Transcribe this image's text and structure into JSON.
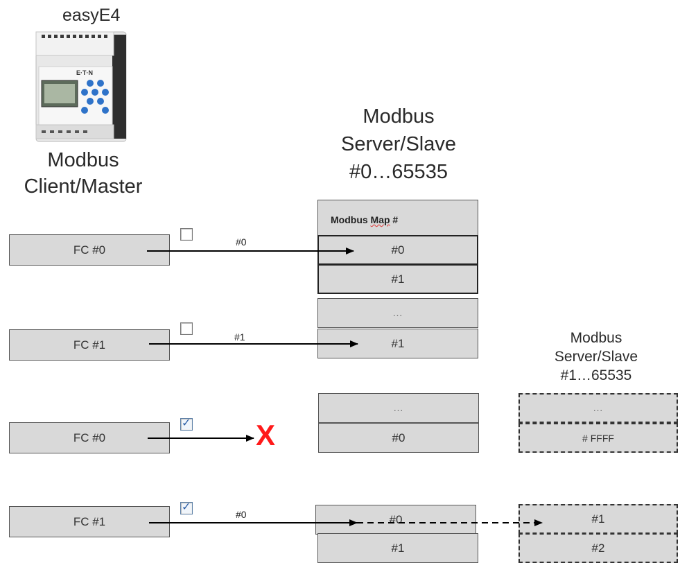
{
  "device": {
    "title": "easyE4",
    "brand": "E·T·N",
    "role": "Modbus\nClient/Master"
  },
  "server_main": {
    "title": "Modbus\nServer/Slave\n#0…65535",
    "map_header": "Modbus Map #",
    "map_header_marked": "Map"
  },
  "server_secondary": {
    "title": "Modbus\nServer/Slave\n#1…65535"
  },
  "rows": [
    {
      "fc": "FC #0",
      "checked": false,
      "arrow_label": "#0"
    },
    {
      "fc": "FC #1",
      "checked": false,
      "arrow_label": "#1"
    },
    {
      "fc": "FC #0",
      "checked": true,
      "result": "X"
    },
    {
      "fc": "FC #1",
      "checked": true,
      "arrow_label": "#0"
    }
  ],
  "main_cells": [
    "#0",
    "#1",
    "…",
    "#1",
    "…",
    "#0",
    "#0",
    "#1"
  ],
  "secondary_cells": [
    "…",
    "# FFFF",
    "#1",
    "#2"
  ],
  "colors": {
    "box_fill": "#d9d9d9",
    "x_mark": "#ff1a1a",
    "check": "#2b5ea6"
  }
}
